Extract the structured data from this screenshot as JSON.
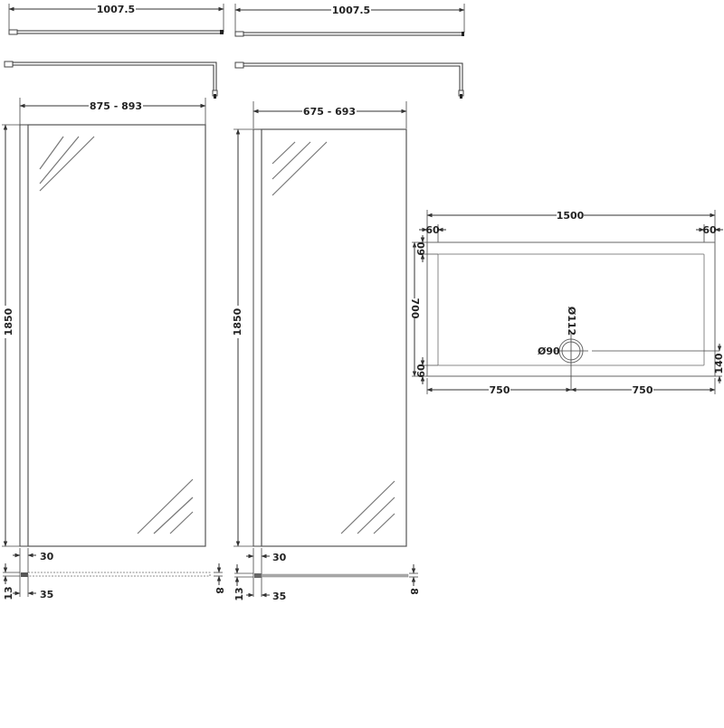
{
  "drawing": {
    "type": "technical-dimension-drawing",
    "units": "mm",
    "panel_900": {
      "support_arm_length": "1007.5",
      "glass_width": "875 - 893",
      "height": "1850",
      "profile_width": "30",
      "profile_depth": "35",
      "wall_offset": "13",
      "glass_thickness": "8"
    },
    "panel_700": {
      "support_arm_length": "1007.5",
      "glass_width": "675 - 693",
      "height": "1850",
      "profile_width": "30",
      "profile_depth": "35",
      "wall_offset": "13",
      "glass_thickness": "8"
    },
    "tray": {
      "length": "1500",
      "width": "700",
      "rim_left": "60",
      "rim_right": "60",
      "rim_top": "60",
      "rim_bottom": "60",
      "waste_outer_diameter": "Ø112",
      "waste_inner_diameter": "Ø90",
      "waste_offset_from_front": "140",
      "left_to_waste": "750",
      "waste_to_right": "750"
    }
  }
}
